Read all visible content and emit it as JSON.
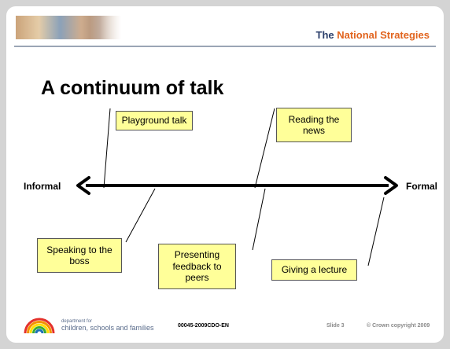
{
  "header": {
    "brand_prefix": "The ",
    "brand_highlight": "National Strategies",
    "brand_accent_color": "#e1641e",
    "brand_color": "#2b3f6b"
  },
  "slide": {
    "title": "A continuum of talk",
    "axis": {
      "left_label": "Informal",
      "right_label": "Formal"
    },
    "notes": [
      {
        "text": "Playground talk"
      },
      {
        "text": "Reading the\nnews"
      },
      {
        "text": "Speaking to the\nboss"
      },
      {
        "text": "Presenting\nfeedback to\npeers"
      },
      {
        "text": "Giving a lecture"
      }
    ],
    "note_color": "#ffff99"
  },
  "footer": {
    "dept_small": "department for",
    "dept_name": "children, schools and families",
    "reference": "00045-2009CDO-EN",
    "slide_number": "Slide 3",
    "copyright": "© Crown copyright 2009"
  }
}
